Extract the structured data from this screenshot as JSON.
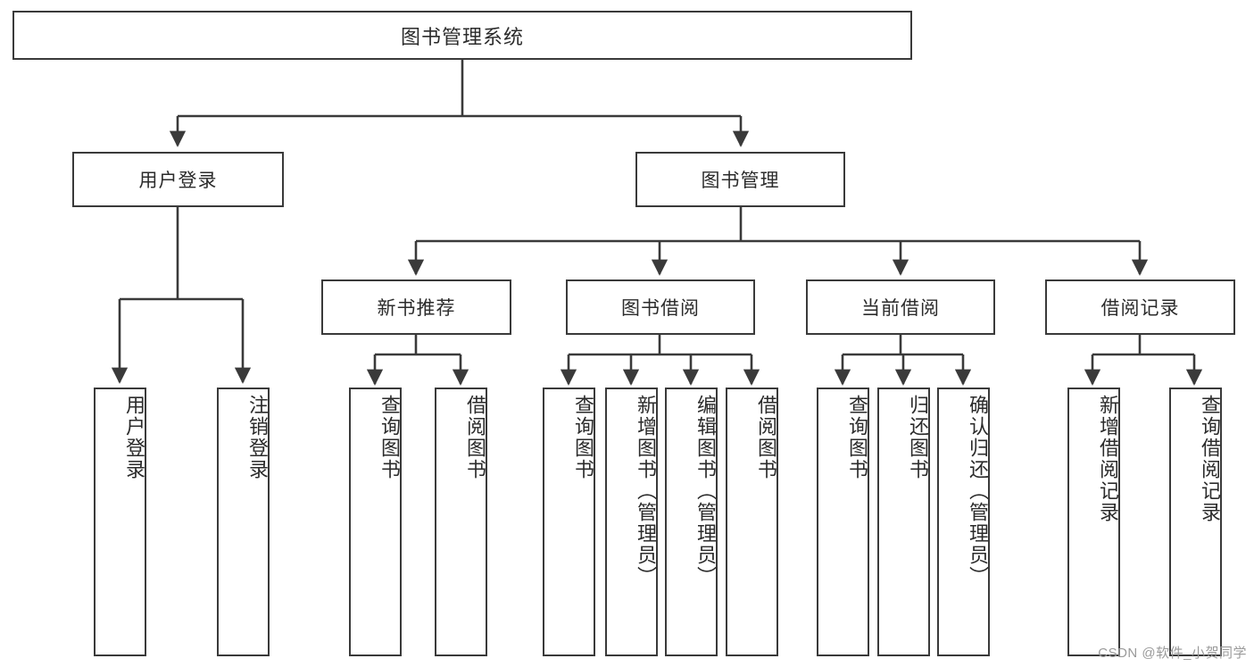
{
  "diagram": {
    "title": "图书管理系统",
    "type": "tree-hierarchy",
    "root": {
      "label": "图书管理系统"
    },
    "level2": [
      {
        "label": "用户登录"
      },
      {
        "label": "图书管理"
      }
    ],
    "level3": [
      {
        "label": "新书推荐"
      },
      {
        "label": "图书借阅"
      },
      {
        "label": "当前借阅"
      },
      {
        "label": "借阅记录"
      }
    ],
    "leaves": {
      "user_login": [
        {
          "label": "用户登录"
        },
        {
          "label": "注销登录"
        }
      ],
      "new_book_recommend": [
        {
          "label": "查询图书"
        },
        {
          "label": "借阅图书"
        }
      ],
      "book_borrow": [
        {
          "label": "查询图书"
        },
        {
          "label": "新增图书（管理员）"
        },
        {
          "label": "编辑图书（管理员）"
        },
        {
          "label": "借阅图书"
        }
      ],
      "current_borrow": [
        {
          "label": "查询图书"
        },
        {
          "label": "归还图书"
        },
        {
          "label": "确认归还（管理员）"
        }
      ],
      "borrow_record": [
        {
          "label": "新增借阅记录"
        },
        {
          "label": "查询借阅记录"
        }
      ]
    },
    "watermark": "CSDN @软件_小贺同学",
    "colors": {
      "stroke": "#3a3a3a",
      "fill": "#ffffff",
      "text": "#2b2b2b",
      "watermark": "#9a9a9a"
    }
  }
}
